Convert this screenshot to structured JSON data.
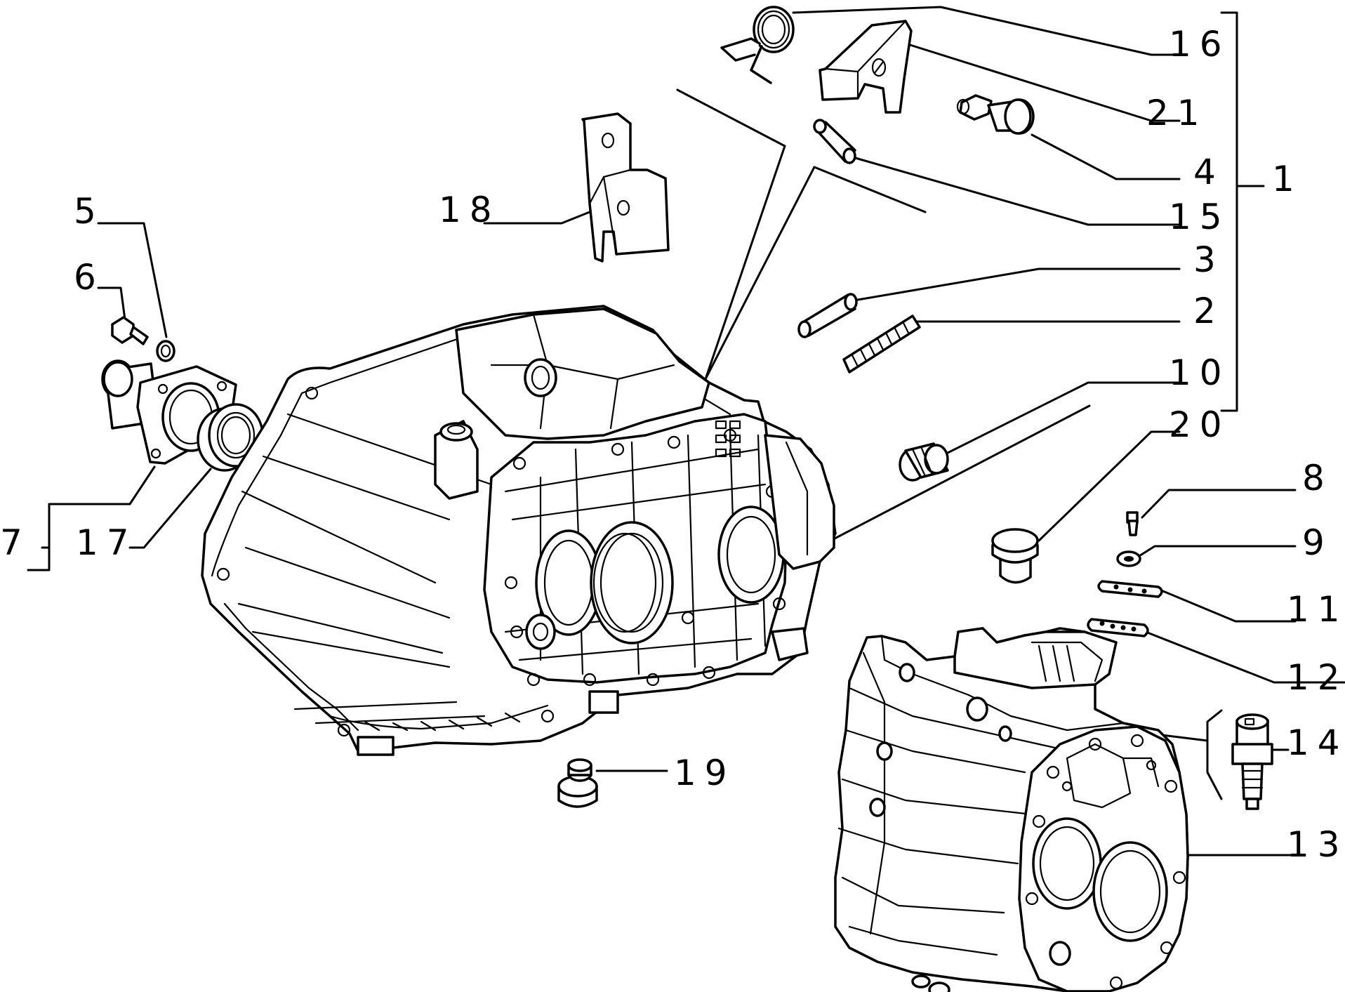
{
  "labels": {
    "p1": "1",
    "p2": "2",
    "p3": "3",
    "p4": "4",
    "p5": "5",
    "p6": "6",
    "p7": "7",
    "p8": "8",
    "p9": "9",
    "p10": "10",
    "p11": "11",
    "p12": "12",
    "p13": "13",
    "p14": "14",
    "p15": "15",
    "p16": "16",
    "p17": "17",
    "p18": "18",
    "p19": "19",
    "p20": "20",
    "p21": "21"
  }
}
